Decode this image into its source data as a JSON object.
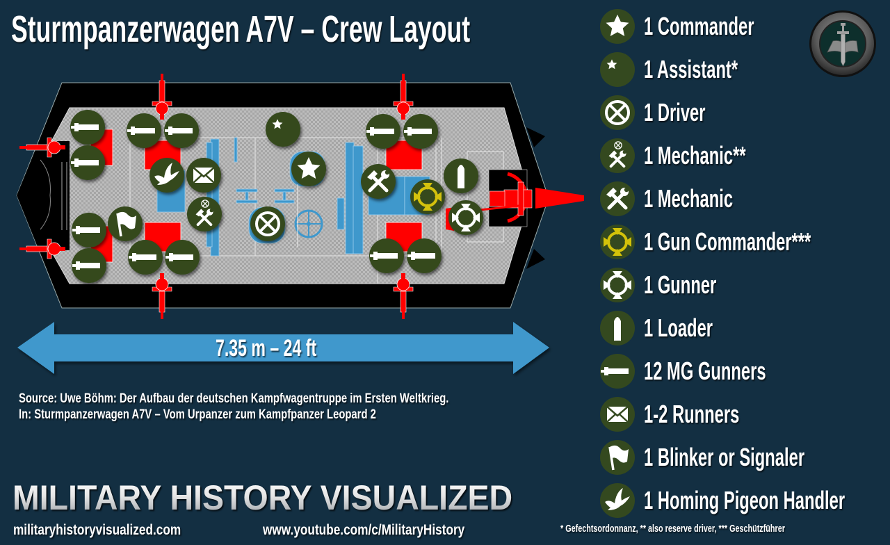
{
  "title": "Sturmpanzerwagen A7V – Crew Layout",
  "diagram": {
    "length_label": "7.35 m – 24 ft",
    "colors": {
      "background": "#132f42",
      "hull": "#000000",
      "floor": "#b0b0b0",
      "weapons": "#ff0000",
      "machinery": "#3f98cc",
      "crew_circle": "#34491f",
      "gun_commander_accent": "#d4c20a",
      "arrow": "#3f98cc"
    }
  },
  "legend": {
    "items": [
      {
        "icon": "star-large-icon",
        "label": "1 Commander"
      },
      {
        "icon": "star-small-icon",
        "label": "1 Assistant*"
      },
      {
        "icon": "steering-wheel-icon",
        "label": "1 Driver"
      },
      {
        "icon": "tools-with-wheel-icon",
        "label": "1 Mechanic**"
      },
      {
        "icon": "tools-icon",
        "label": "1 Mechanic"
      },
      {
        "icon": "crosshair-arrows-yellow-icon",
        "label": "1 Gun Commander***"
      },
      {
        "icon": "crosshair-arrows-icon",
        "label": "1 Gunner"
      },
      {
        "icon": "shell-icon",
        "label": "1 Loader"
      },
      {
        "icon": "machine-gun-icon",
        "label": "12 MG Gunners"
      },
      {
        "icon": "envelope-icon",
        "label": "1-2 Runners"
      },
      {
        "icon": "flag-icon",
        "label": "1 Blinker or Signaler"
      },
      {
        "icon": "dove-icon",
        "label": "1 Homing Pigeon Handler"
      }
    ]
  },
  "source": {
    "line1": "Source: Uwe Böhm: Der Aufbau der deutschen Kampfwagentruppe im Ersten Weltkrieg.",
    "line2": "In: Sturmpanzerwagen A7V – Vom Urpanzer zum Kampfpanzer Leopard 2"
  },
  "footer": {
    "brand": "MILITARY HISTORY VISUALIZED",
    "website": "militaryhistoryvisualized.com",
    "youtube": "www.youtube.com/c/MilitaryHistory",
    "notes": "* Gefechtsordonnanz,  ** also reserve driver, *** Geschützführer"
  }
}
